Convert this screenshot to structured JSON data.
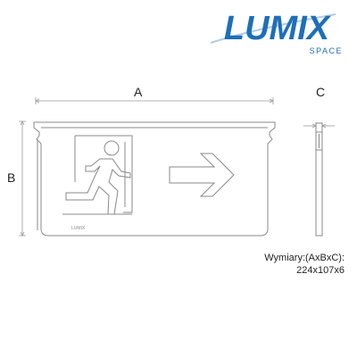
{
  "brand": {
    "name": "LUMIX",
    "sub": "SPACE",
    "color": "#1e6fb8"
  },
  "dimensions": {
    "label_a": "A",
    "label_b": "B",
    "label_c": "C",
    "title": "Wymiary:(AxBxC):",
    "values": "224x107x6"
  },
  "sign": {
    "maker_mark": "LUMIX",
    "arrow_direction": "right",
    "pictogram": "running-man-exit-door-icon"
  },
  "colors": {
    "line": "#8a8a8a",
    "dim_line": "#9a9a9a"
  }
}
